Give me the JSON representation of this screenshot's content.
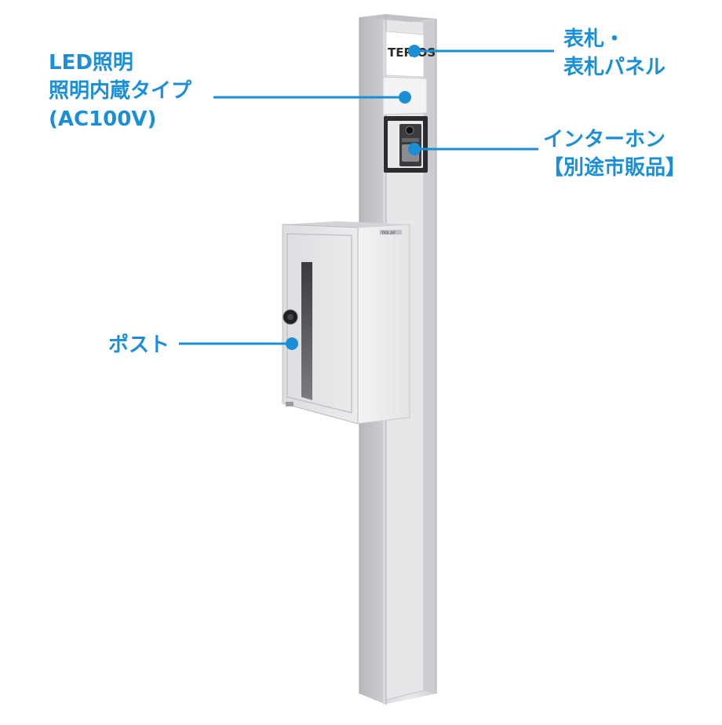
{
  "colors": {
    "callout": "#1a8fd6",
    "pillar_light": "#e4e4e6",
    "pillar_mid": "#c9cacd",
    "pillar_dark": "#a9abaf",
    "mailbox_body": "#eeeef0",
    "intercom_frame": "#2c2c2e"
  },
  "callouts": {
    "led": {
      "lines": [
        "LED照明",
        "照明内蔵タイプ",
        "(AC100V)"
      ]
    },
    "nameplate": {
      "lines": [
        "表札・",
        "表札パネル"
      ]
    },
    "intercom": {
      "lines": [
        "インターホン",
        "【別途市販品】"
      ]
    },
    "post": {
      "lines": [
        "ポスト"
      ]
    }
  },
  "nameplate_text": "TERIOS",
  "mailbox_badge": "YKK AP",
  "icons": {
    "callout_marker": "dot-marker",
    "mailbox_lock": "dial-lock-icon",
    "intercom_camera": "camera-lens-icon"
  }
}
